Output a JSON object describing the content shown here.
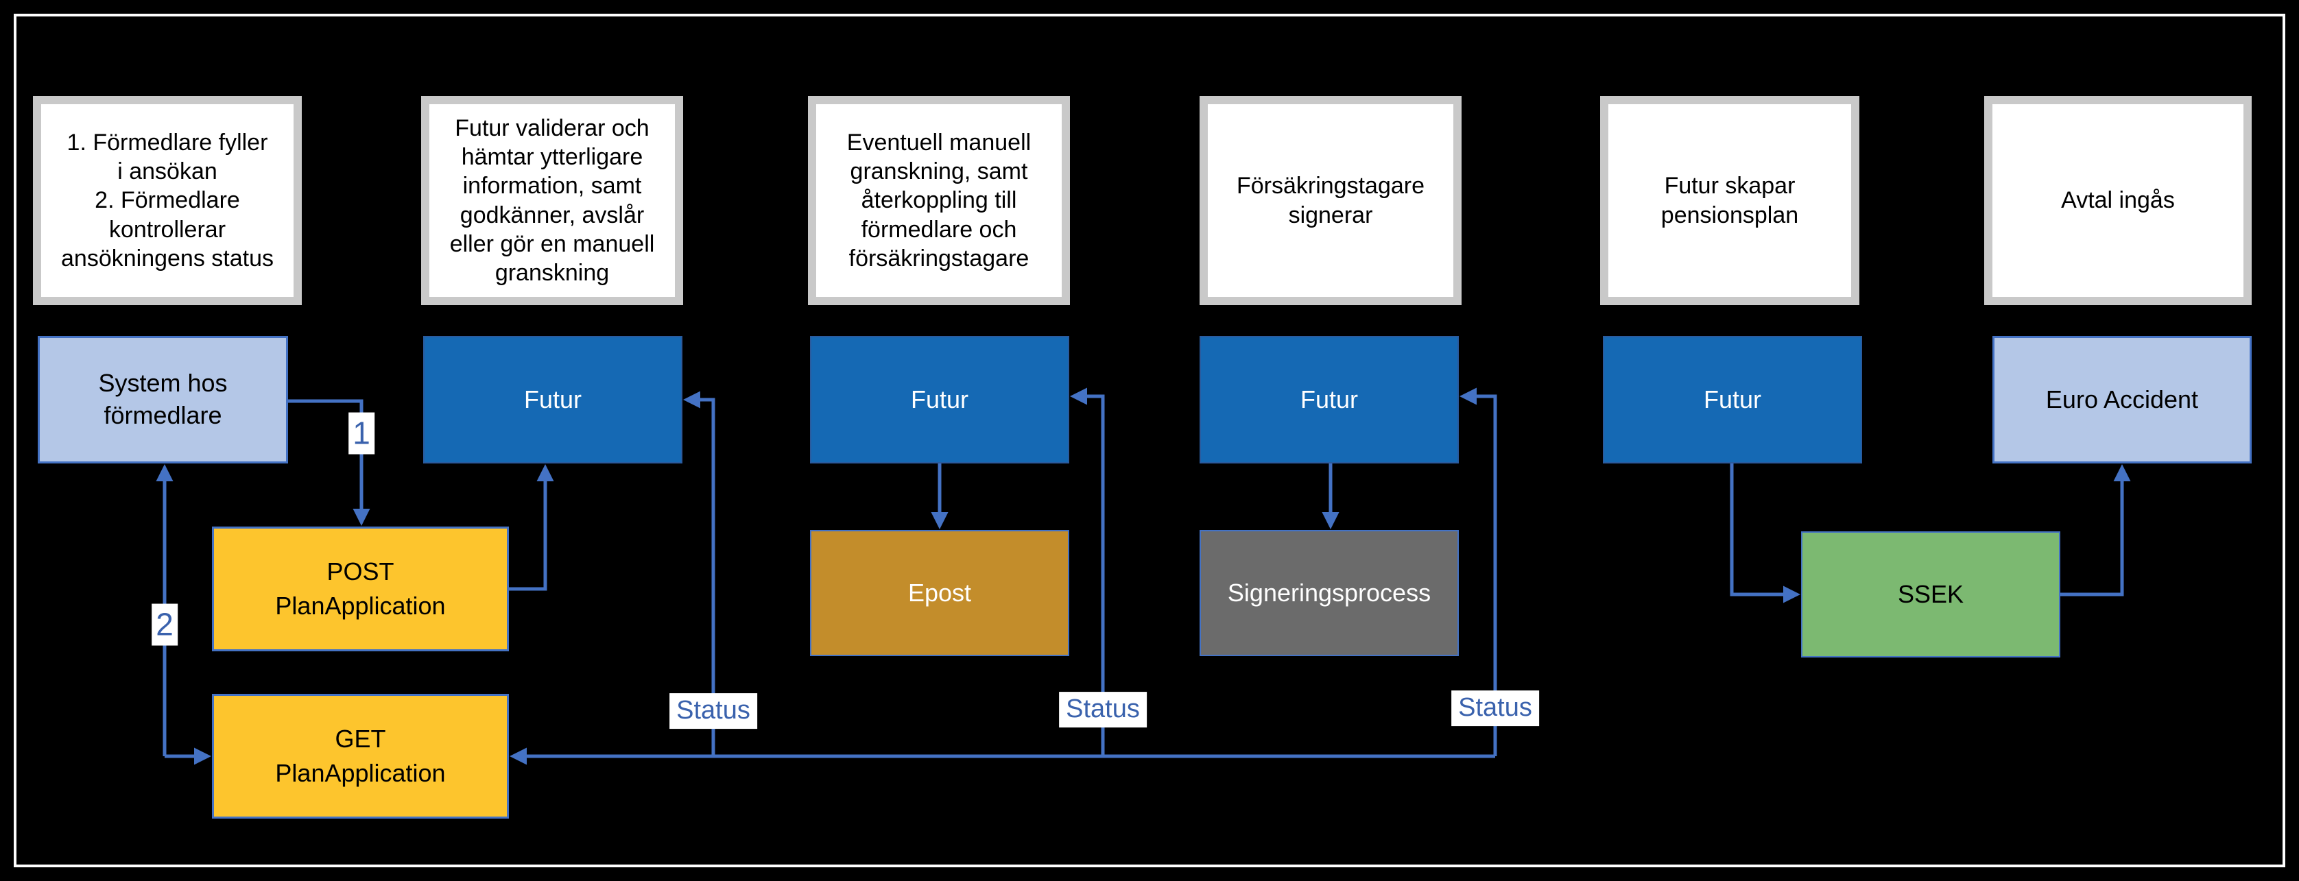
{
  "colors": {
    "background": "#000000",
    "frame_border": "#ffffff",
    "arrow_blue": "#4472c4",
    "description_border_gray": "#c9c9c9",
    "light_blue_fill": "#b4c7e7",
    "futur_blue_fill": "#1569b4",
    "api_yellow_fill": "#fdc52d",
    "epost_orange_fill": "#c38d2b",
    "signing_gray_fill": "#6b6b6b",
    "ssek_green_fill": "#7cb971",
    "connector_label_blue": "#3a62ad"
  },
  "descriptions": [
    "1. Förmedlare fyller\ni ansökan\n2. Förmedlare\nkontrollerar\nansökningens status",
    "Futur validerar och\nhämtar ytterligare\ninformation, samt\ngodkänner, avslår\neller gör en manuell\ngranskning",
    "Eventuell manuell\ngranskning, samt\nåterkoppling till\nförmedlare och\nförsäkringstagare",
    "Försäkringstagare\nsignerar",
    "Futur skapar\npensionsplan",
    "Avtal ingås"
  ],
  "systems": [
    "System hos förmedlare",
    "Futur",
    "Futur",
    "Futur",
    "Futur",
    "Euro Accident"
  ],
  "processes": {
    "post": "POST\nPlanApplication",
    "get": "GET\nPlanApplication",
    "epost": "Epost",
    "signering": "Signeringsprocess",
    "ssek": "SSEK"
  },
  "connector_labels": {
    "step_1": "1",
    "step_2": "2",
    "status": "Status"
  }
}
